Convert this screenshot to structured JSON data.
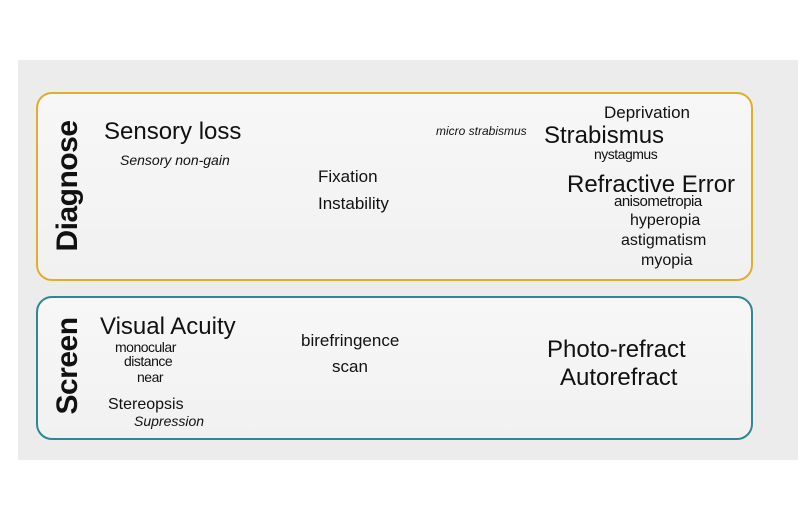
{
  "diagnose": {
    "label": "Diagnose",
    "border_color": "#e2ad2b",
    "sensory_loss": "Sensory loss",
    "sensory_non_gain": "Sensory non-gain",
    "fixation": "Fixation",
    "instability": "Instability",
    "micro_strabismus": "micro strabismus",
    "deprivation": "Deprivation",
    "strabismus": "Strabismus",
    "nystagmus": "nystagmus",
    "refractive_error": "Refractive Error",
    "anisometropia": "anisometropia",
    "hyperopia": "hyperopia",
    "astigmatism": "astigmatism",
    "myopia": "myopia"
  },
  "screen": {
    "label": "Screen",
    "border_color": "#2e8791",
    "visual_acuity": "Visual Acuity",
    "monocular": "monocular",
    "distance": "distance",
    "near": "near",
    "stereopsis": "Stereopsis",
    "supression": "Supression",
    "birefringence": "birefringence",
    "scan": "scan",
    "photo_refract": "Photo-refract",
    "autorefract": "Autorefract"
  }
}
